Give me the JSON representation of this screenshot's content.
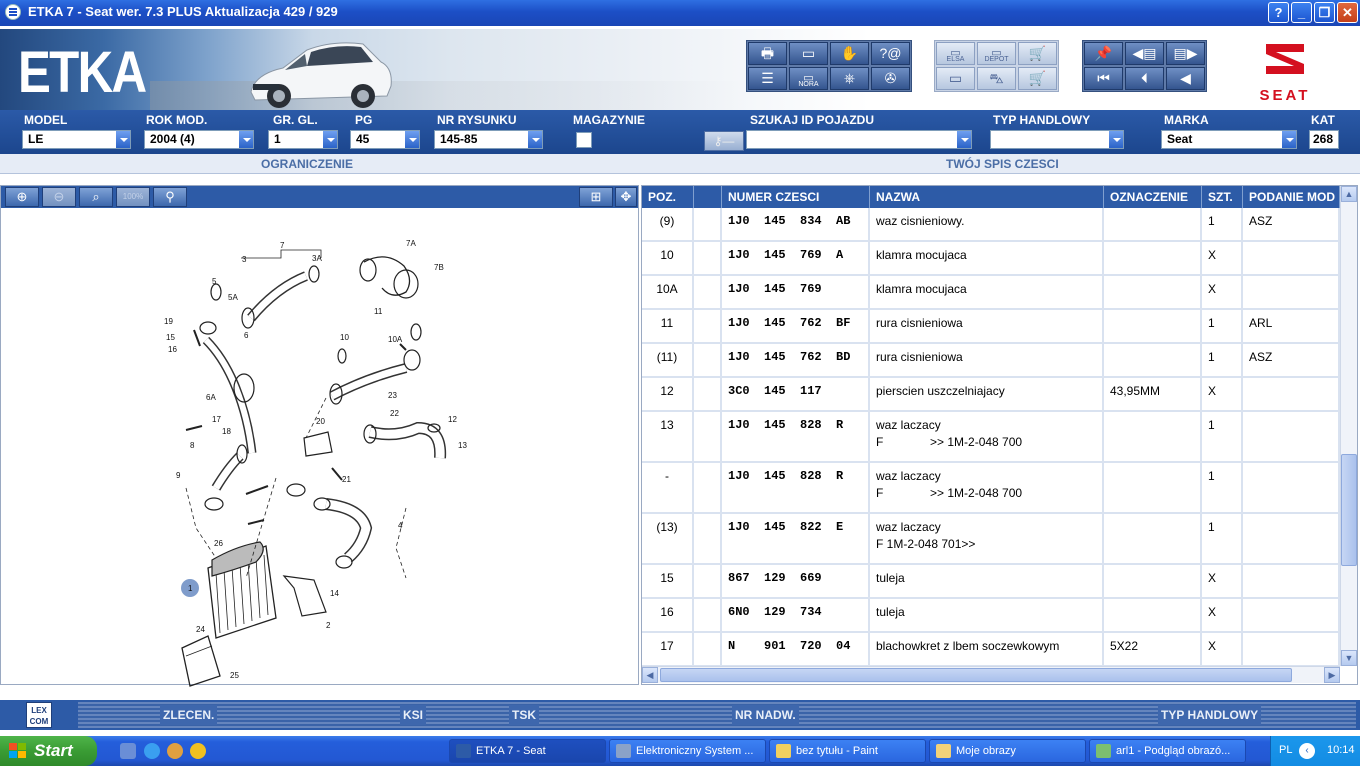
{
  "window": {
    "title": "ETKA 7 - Seat wer. 7.3 PLUS Aktualizacja 429 / 929",
    "help_label": "?",
    "min_label": "_",
    "max_label": "❐",
    "close_label": "✕"
  },
  "banner": {
    "logo": "ETKA",
    "brand_text": "SEAT",
    "toolbar_labels": {
      "elsa": "ELSA",
      "depot": "DEPOT",
      "nora": "NORA"
    }
  },
  "filters": {
    "model": {
      "label": "MODEL",
      "value": "LE"
    },
    "rok_mod": {
      "label": "ROK MOD.",
      "value": "2004 (4)"
    },
    "gr_gl": {
      "label": "GR. GL.",
      "value": "1"
    },
    "pg": {
      "label": "PG",
      "value": "45"
    },
    "nr_rysunku": {
      "label": "NR RYSUNKU",
      "value": "145-85"
    },
    "magazynie": {
      "label": "MAGAZYNIE"
    },
    "szukaj": {
      "label": "SZUKAJ ID POJAZDU",
      "value": ""
    },
    "typ_handlowy": {
      "label": "TYP HANDLOWY",
      "value": ""
    },
    "marka": {
      "label": "MARKA",
      "value": "Seat"
    },
    "kat": {
      "label": "KAT",
      "value": "268"
    }
  },
  "sections": {
    "left": "OGRANICZENIE",
    "right": "TWÓJ SPIS CZESCI"
  },
  "zoom_tools": {
    "zoom100": "100%"
  },
  "diagram": {
    "callouts": [
      "7",
      "3",
      "3A",
      "7A",
      "7B",
      "5",
      "5A",
      "6",
      "19",
      "15",
      "16",
      "11",
      "10",
      "10A",
      "20",
      "21",
      "22",
      "23",
      "12",
      "13",
      "9",
      "8",
      "4",
      "26",
      "1",
      "14",
      "2",
      "24",
      "25",
      "17",
      "18",
      "6A"
    ]
  },
  "table": {
    "columns": [
      "POZ.",
      "",
      "NUMER CZESCI",
      "NAZWA",
      "OZNACZENIE",
      "SZT.",
      "PODANIE MOD"
    ],
    "rows": [
      {
        "poz": "(9)",
        "numer": "1J0  145  834  AB",
        "nazwa": "waz cisnieniowy.",
        "oznaczenie": "",
        "szt": "1",
        "podanie": "ASZ"
      },
      {
        "poz": "10",
        "numer": "1J0  145  769  A",
        "nazwa": "klamra mocujaca",
        "oznaczenie": "",
        "szt": "X",
        "podanie": ""
      },
      {
        "poz": "10A",
        "numer": "1J0  145  769",
        "nazwa": "klamra mocujaca",
        "oznaczenie": "",
        "szt": "X",
        "podanie": ""
      },
      {
        "poz": "11",
        "numer": "1J0  145  762  BF",
        "nazwa": "rura cisnieniowa",
        "oznaczenie": "",
        "szt": "1",
        "podanie": "ARL"
      },
      {
        "poz": "(11)",
        "numer": "1J0  145  762  BD",
        "nazwa": "rura cisnieniowa",
        "oznaczenie": "",
        "szt": "1",
        "podanie": "ASZ"
      },
      {
        "poz": "12",
        "numer": "3C0  145  117",
        "nazwa": "pierscien uszczelniajacy",
        "oznaczenie": "43,95MM",
        "szt": "X",
        "podanie": ""
      },
      {
        "poz": "13",
        "numer": "1J0  145  828  R",
        "nazwa": "waz laczacy\nF              >> 1M-2-048 700",
        "oznaczenie": "",
        "szt": "1",
        "podanie": ""
      },
      {
        "poz": "-",
        "numer": "1J0  145  828  R",
        "nazwa": "waz laczacy\nF              >> 1M-2-048 700",
        "oznaczenie": "",
        "szt": "1",
        "podanie": ""
      },
      {
        "poz": "(13)",
        "numer": "1J0  145  822  E",
        "nazwa": "waz laczacy\nF 1M-2-048 701>>",
        "oznaczenie": "",
        "szt": "1",
        "podanie": ""
      },
      {
        "poz": "15",
        "numer": "867  129  669",
        "nazwa": "tuleja",
        "oznaczenie": "",
        "szt": "X",
        "podanie": ""
      },
      {
        "poz": "16",
        "numer": "6N0  129  734",
        "nazwa": "tuleja",
        "oznaczenie": "",
        "szt": "X",
        "podanie": ""
      },
      {
        "poz": "17",
        "numer": "N    901  720  04",
        "nazwa": "blachowkret z lbem soczewkowym",
        "oznaczenie": "5X22",
        "szt": "X",
        "podanie": ""
      }
    ]
  },
  "bottombar": {
    "lexcom": "LEX\nCOM",
    "buttons": [
      "ZLECEN.",
      "KSI",
      "TSK",
      "NR NADW.",
      "TYP HANDLOWY"
    ]
  },
  "taskbar": {
    "start": "Start",
    "items": [
      "ETKA 7 - Seat",
      "Elektroniczny System ...",
      "bez tytułu - Paint",
      "Moje obrazy",
      "arl1 - Podgląd obrazó..."
    ],
    "lang": "PL",
    "clock": "10:14"
  },
  "colors": {
    "header_blue": "#2d5ba7",
    "seat_red": "#d4101f"
  }
}
